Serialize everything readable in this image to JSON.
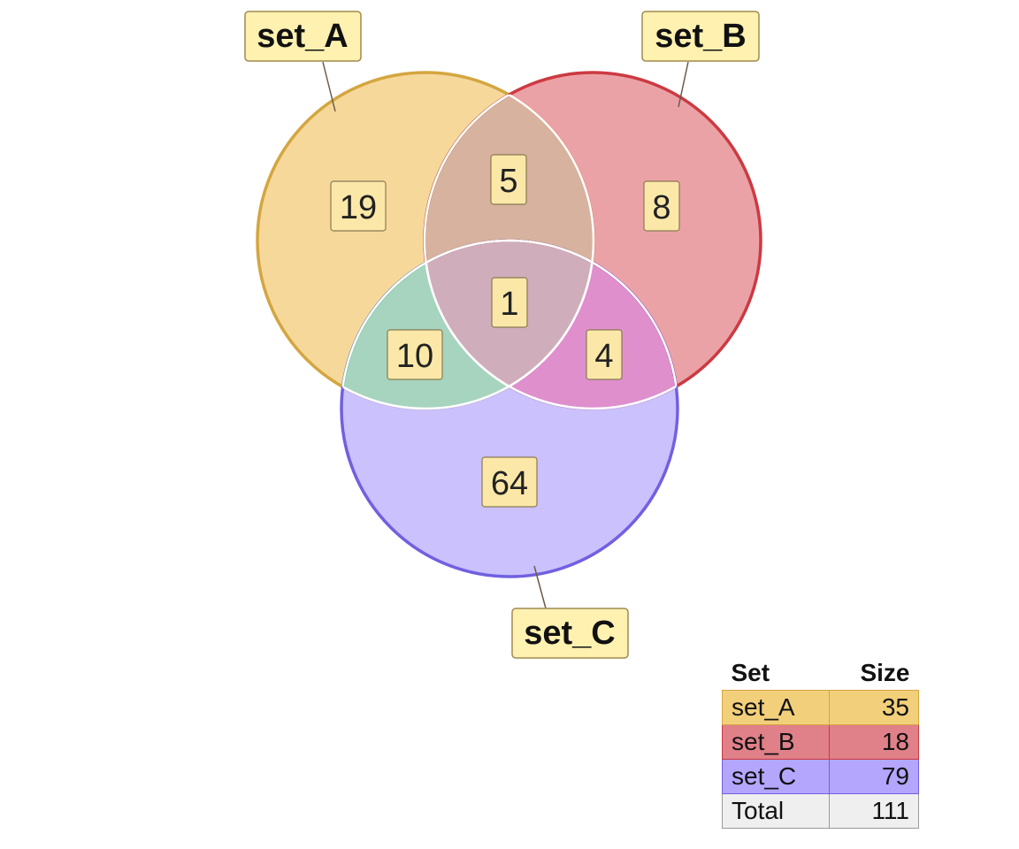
{
  "chart_data": {
    "type": "venn",
    "sets": [
      {
        "name": "set_A",
        "size": 35,
        "color": "#f2c870",
        "stroke": "#d4a640"
      },
      {
        "name": "set_B",
        "size": 18,
        "color": "#e37b80",
        "stroke": "#cc3a42"
      },
      {
        "name": "set_C",
        "size": 79,
        "color": "#b3a6fc",
        "stroke": "#7160e0"
      }
    ],
    "regions": [
      {
        "sets": [
          "set_A"
        ],
        "count": "19"
      },
      {
        "sets": [
          "set_B"
        ],
        "count": "8"
      },
      {
        "sets": [
          "set_C"
        ],
        "count": "64"
      },
      {
        "sets": [
          "set_A",
          "set_B"
        ],
        "count": "5"
      },
      {
        "sets": [
          "set_A",
          "set_C"
        ],
        "count": "10"
      },
      {
        "sets": [
          "set_B",
          "set_C"
        ],
        "count": "4"
      },
      {
        "sets": [
          "set_A",
          "set_B",
          "set_C"
        ],
        "count": "1"
      }
    ],
    "intersection_colors": {
      "AB": "#d7b29f",
      "AC": "#a6d4be",
      "BC": "#de8fcc",
      "ABC": "#d0adbb",
      "AB_stroke": "#a86a45",
      "AC_stroke": "#45a07a",
      "BC_stroke": "#a63a9c",
      "ABC_stroke": "#9a5a6a"
    }
  },
  "table": {
    "headers": {
      "set": "Set",
      "size": "Size"
    },
    "rows": [
      {
        "name": "set_A",
        "size": "35",
        "color": "#f2cf7a",
        "border": "#d4a640"
      },
      {
        "name": "set_B",
        "size": "18",
        "color": "#e08088",
        "border": "#cc3a42"
      },
      {
        "name": "set_C",
        "size": "79",
        "color": "#b4a6fc",
        "border": "#7160e0"
      },
      {
        "name": "Total",
        "size": "111",
        "color": "#efefef",
        "border": "#999999"
      }
    ]
  }
}
